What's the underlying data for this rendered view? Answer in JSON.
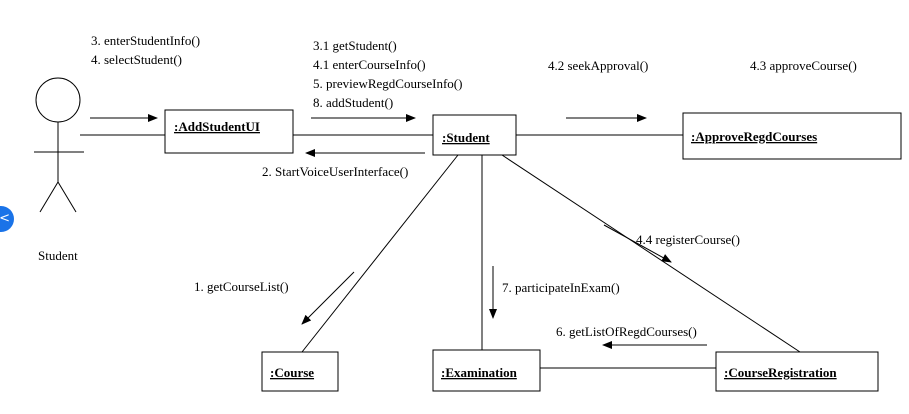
{
  "actor": {
    "name": "Student"
  },
  "objects": {
    "addStudentUI": ":AddStudentUI",
    "student": ":Student",
    "approve": ":ApproveRegdCourses",
    "course": ":Course",
    "examination": ":Examination",
    "courseRegistration": ":CourseRegistration"
  },
  "messages": {
    "actor_to_ui": [
      "3. enterStudentInfo()",
      "4. selectStudent()"
    ],
    "ui_to_student": [
      "3.1 getStudent()",
      "4.1 enterCourseInfo()",
      "5. previewRegdCourseInfo()",
      "8. addStudent()"
    ],
    "student_to_ui": "2. StartVoiceUserInterface()",
    "seek": "4.2 seekApproval()",
    "approve": "4.3 approveCourse()",
    "register": "4.4 registerCourse()",
    "courseList": "1. getCourseList()",
    "exam": "7. participateInExam()",
    "regdCourses": "6. getListOfRegdCourses()"
  },
  "side_button": {
    "glyph": "<"
  },
  "colors": {
    "line": "#000000",
    "side_button": "#1a73e8"
  }
}
